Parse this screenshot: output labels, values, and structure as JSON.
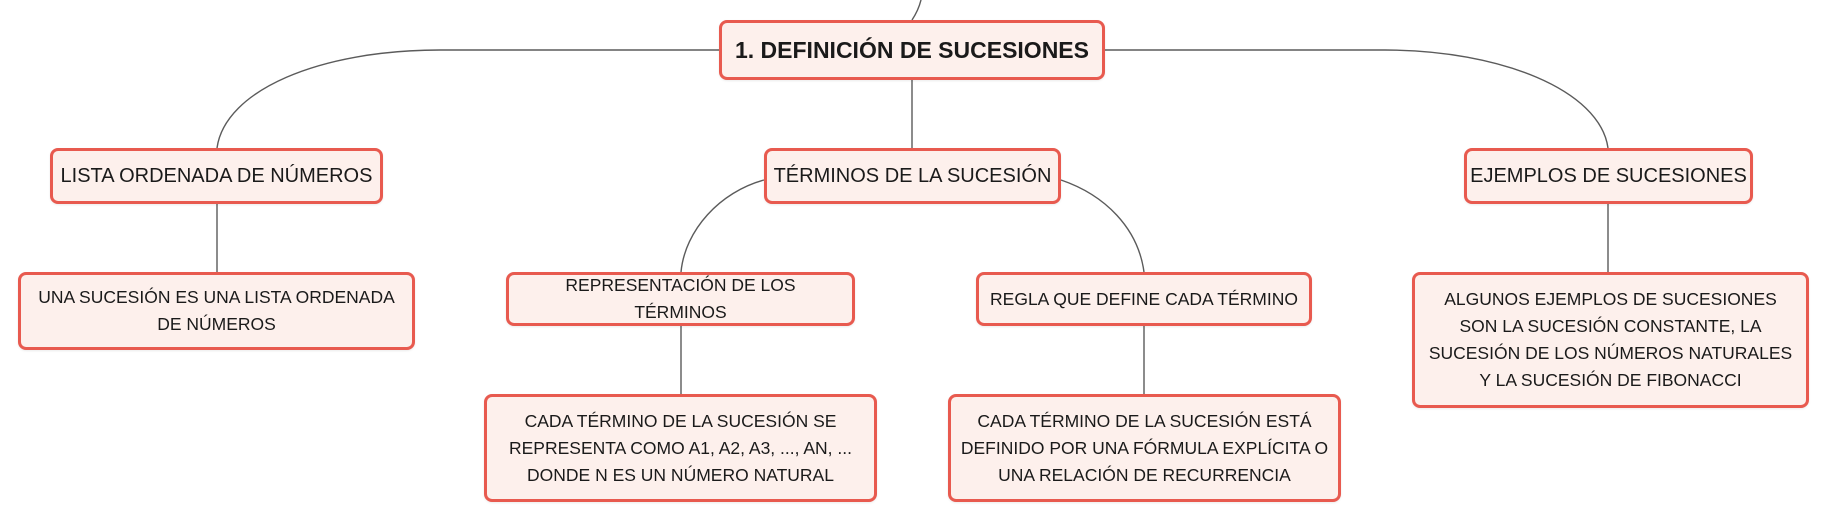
{
  "root": {
    "label": "1. DEFINICIÓN DE SUCESIONES"
  },
  "branches": {
    "lista": {
      "label": "LISTA ORDENADA DE NÚMEROS",
      "child": "UNA SUCESIÓN ES UNA LISTA ORDENADA DE NÚMEROS"
    },
    "terminos": {
      "label": "TÉRMINOS DE LA SUCESIÓN",
      "representacion": {
        "label": "REPRESENTACIÓN DE LOS TÉRMINOS",
        "child": "CADA TÉRMINO DE LA SUCESIÓN SE REPRESENTA COMO A1, A2, A3, ..., AN, ... DONDE N ES UN NÚMERO NATURAL"
      },
      "regla": {
        "label": "REGLA QUE DEFINE CADA TÉRMINO",
        "child": "CADA TÉRMINO DE LA SUCESIÓN ESTÁ DEFINIDO POR UNA FÓRMULA EXPLÍCITA O UNA RELACIÓN DE RECURRENCIA"
      }
    },
    "ejemplos": {
      "label": "EJEMPLOS DE SUCESIONES",
      "child": "ALGUNOS EJEMPLOS DE SUCESIONES SON LA SUCESIÓN CONSTANTE, LA SUCESIÓN DE LOS NÚMEROS NATURALES Y LA SUCESIÓN DE FIBONACCI"
    }
  },
  "colors": {
    "node_border": "#e85a4f",
    "node_fill": "#fdf0ec",
    "connector": "#5b5b5b"
  }
}
